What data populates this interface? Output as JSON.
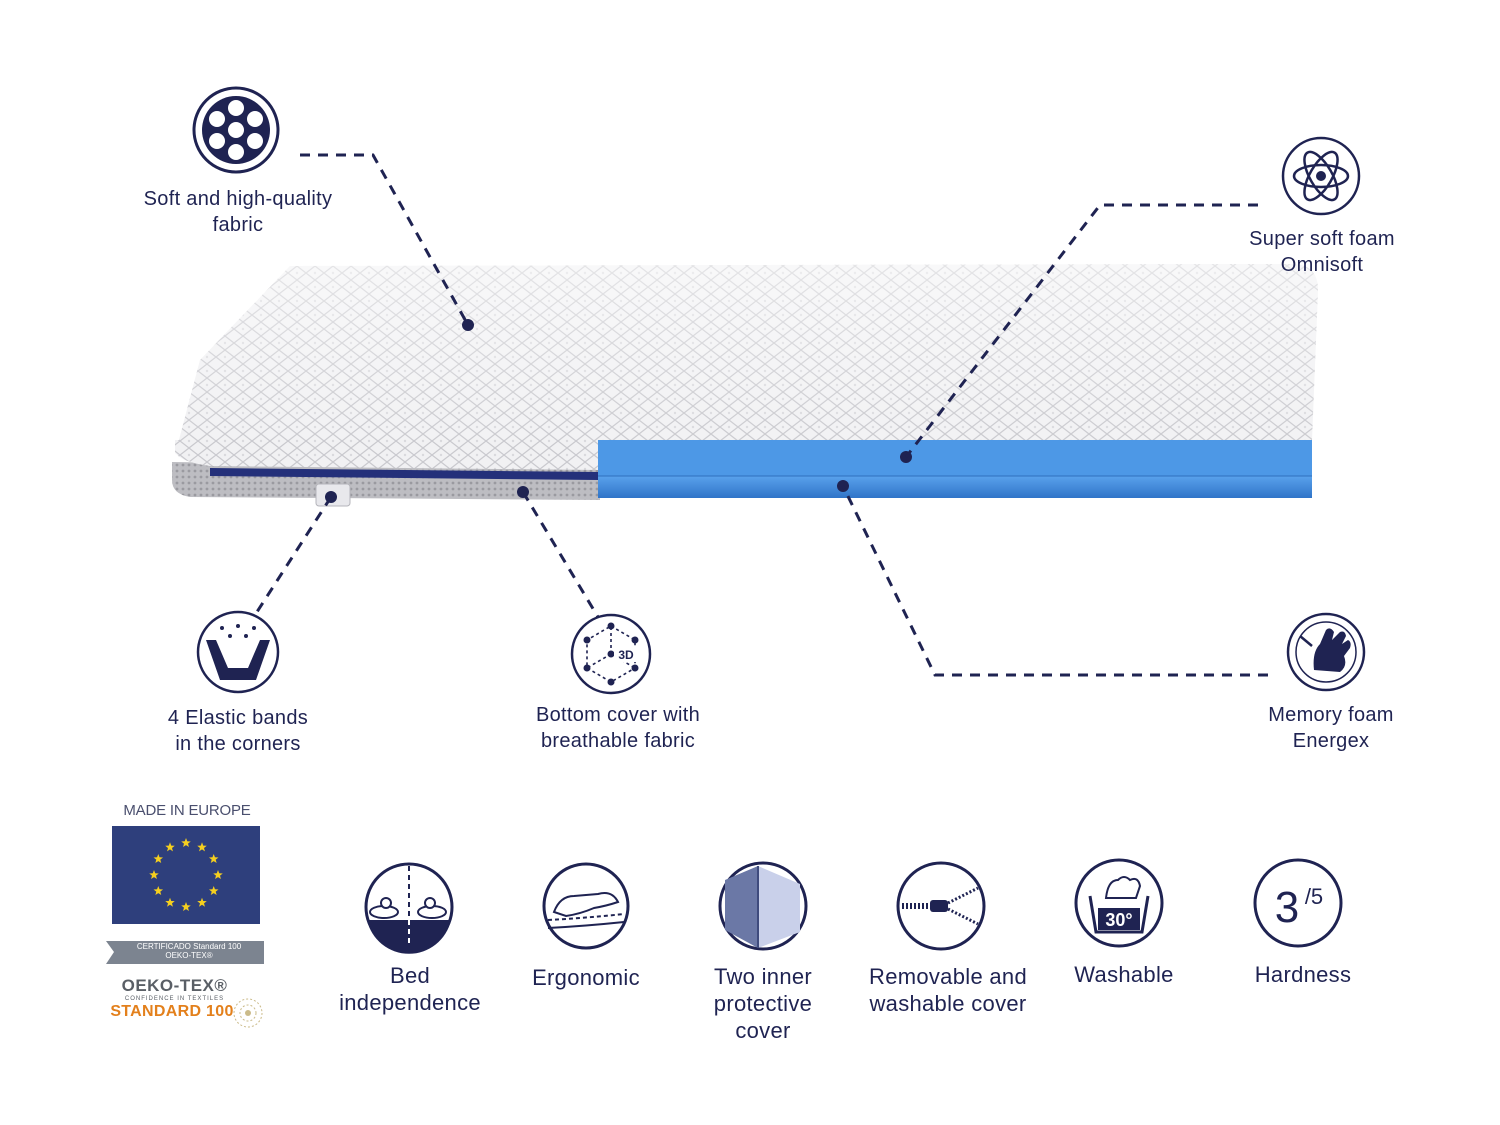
{
  "callouts": {
    "fabric": {
      "icon": "fabric-dots-icon",
      "line1": "Soft and high-quality",
      "line2": "fabric"
    },
    "omnisoft": {
      "icon": "atom-icon",
      "line1": "Super soft foam",
      "line2": "Omnisoft"
    },
    "elastic": {
      "icon": "elastic-bands-icon",
      "line1": "4 Elastic bands",
      "line2": "in the corners"
    },
    "bottom_cover": {
      "icon": "3d-cube-icon",
      "icon_text": "3D",
      "line1": "Bottom cover with",
      "line2": "breathable fabric"
    },
    "memory_foam": {
      "icon": "hand-press-icon",
      "line1": "Memory foam",
      "line2": "Energex"
    }
  },
  "certification": {
    "made_in": "MADE IN EUROPE",
    "ribbon_line1": "CERTIFICADO Standard 100",
    "ribbon_line2": "OEKO-TEX®",
    "oeko_brand": "OEKO-TEX®",
    "oeko_tagline": "CONFIDENCE IN TEXTILES",
    "oeko_standard": "STANDARD 100"
  },
  "features": [
    {
      "icon": "bed-independence-icon",
      "line1": "Bed",
      "line2": "independence",
      "line3": ""
    },
    {
      "icon": "ergonomic-icon",
      "line1": "Ergonomic",
      "line2": "",
      "line3": ""
    },
    {
      "icon": "protective-cover-icon",
      "line1": "Two inner",
      "line2": "protective",
      "line3": "cover"
    },
    {
      "icon": "zipper-icon",
      "line1": "Removable and",
      "line2": "washable cover",
      "line3": ""
    },
    {
      "icon": "washable-icon",
      "icon_text": "30°",
      "line1": "Washable",
      "line2": "",
      "line3": ""
    },
    {
      "icon": "hardness-icon",
      "icon_value": "3",
      "icon_scale": "/5",
      "line1": "Hardness",
      "line2": "",
      "line3": ""
    }
  ],
  "colors": {
    "navy": "#1f2352",
    "foam_blue": "#3f86d8",
    "eu_blue": "#2e3f7c",
    "eu_star": "#f5cf1f",
    "oeko_orange": "#e3801c"
  }
}
